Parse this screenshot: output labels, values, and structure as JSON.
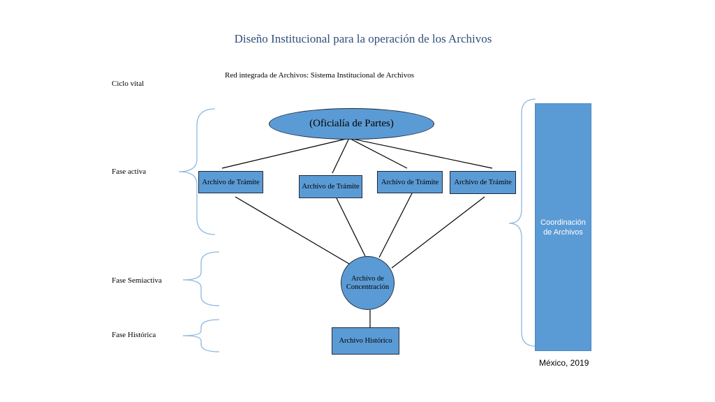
{
  "title": "Diseño Institucional para la operación de los Archivos",
  "subtitle": "Red integrada de Archivos: Sistema Institucional de Archivos",
  "phases": {
    "ciclo_vital": "Ciclo vital",
    "activa": "Fase activa",
    "semiactiva": "Fase Semiactiva",
    "historica": "Fase Histórica"
  },
  "nodes": {
    "oficialia": "(Oficialía de Partes)",
    "tramite": [
      "Archivo de Trámite",
      "Archivo de Trámite",
      "Archivo de Trámite",
      "Archivo de Trámite"
    ],
    "concentracion": "Archivo de Concentración",
    "historico": "Archivo Histórico"
  },
  "coordination": "Coordinación de Archivos",
  "footer": "México, 2019",
  "colors": {
    "node_fill": "#5b9bd5",
    "title_color": "#2e4f7a",
    "bracket_color": "#8fb8e0"
  }
}
